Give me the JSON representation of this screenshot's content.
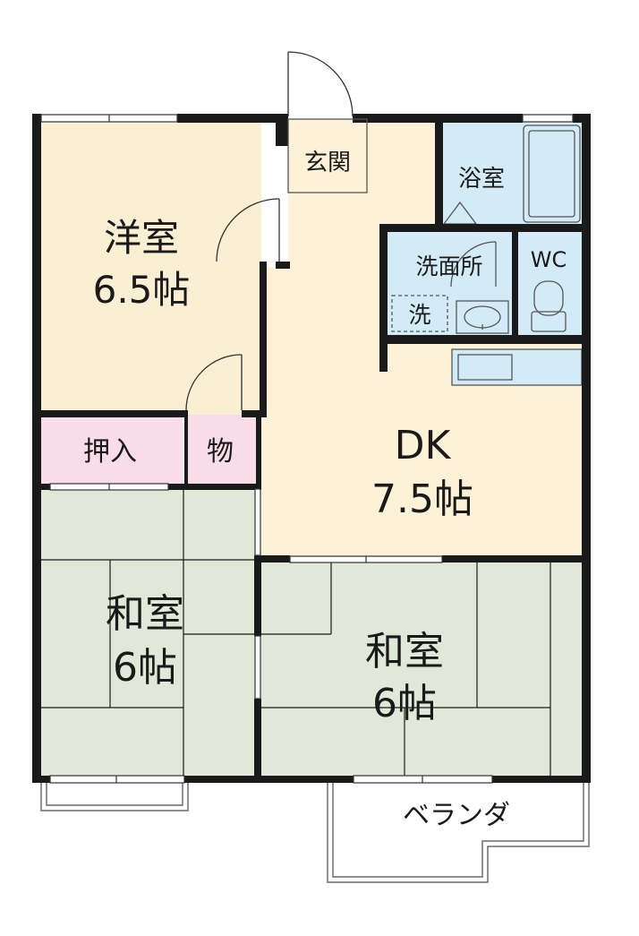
{
  "rooms": {
    "western": {
      "name": "洋室",
      "size": "6.5帖"
    },
    "entrance": {
      "name": "玄関"
    },
    "bath": {
      "name": "浴室"
    },
    "washroom": {
      "name": "洗面所"
    },
    "washer": {
      "name": "洗"
    },
    "wc": {
      "name": "WC"
    },
    "dk": {
      "name": "DK",
      "size": "7.5帖"
    },
    "closet": {
      "name": "押入"
    },
    "storage": {
      "name": "物"
    },
    "japanese_left": {
      "name": "和室",
      "size": "6帖"
    },
    "japanese_right": {
      "name": "和室",
      "size": "6帖"
    },
    "balcony": {
      "name": "ベランダ"
    }
  },
  "colors": {
    "western_floor": "#fbefd3",
    "dk_floor": "#fdf2d8",
    "tatami": "#e2e8d8",
    "wet_area": "#d3ebf7",
    "closet": "#f8dde8",
    "wall": "#1a1a1a"
  }
}
